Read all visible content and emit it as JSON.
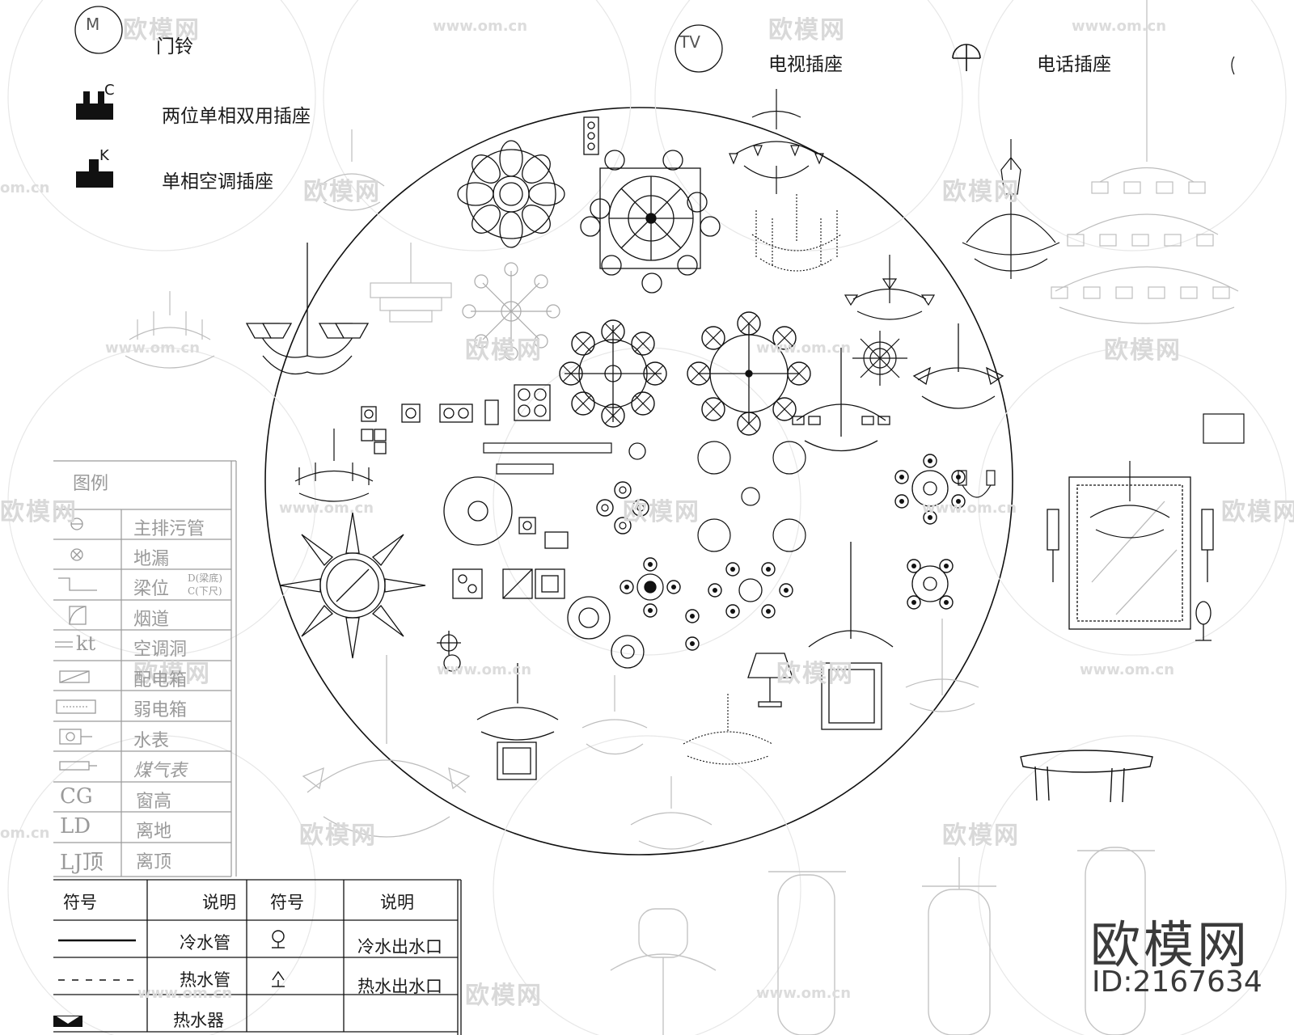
{
  "symbols": {
    "doorbell": "门铃",
    "doorbell_letter": "M",
    "tv_socket": "电视插座",
    "tv_letters": "TV",
    "phone_socket": "电话插座",
    "dual_socket": "两位单相双用插座",
    "dual_socket_letter": "C",
    "ac_socket": "单相空调插座",
    "ac_socket_letter": "K"
  },
  "legend": {
    "title": "图例",
    "rows": [
      {
        "symbol_icon": "drain-pipe-icon",
        "label": "主排污管"
      },
      {
        "symbol_icon": "floor-drain-icon",
        "label": "地漏"
      },
      {
        "symbol_icon": "beam-icon",
        "label": "梁位",
        "note_top": "D(梁底)",
        "note_bottom": "C(下尺)"
      },
      {
        "symbol_icon": "flue-icon",
        "label": "烟道"
      },
      {
        "symbol_icon": "ac-hole-icon",
        "symbol_text": "kt",
        "label": "空调洞"
      },
      {
        "symbol_icon": "distribution-box-icon",
        "label": "配电箱"
      },
      {
        "symbol_icon": "low-voltage-box-icon",
        "label": "弱电箱"
      },
      {
        "symbol_icon": "water-meter-icon",
        "label": "水表"
      },
      {
        "symbol_icon": "gas-meter-icon",
        "label": "煤气表"
      },
      {
        "symbol_text": "CG",
        "label": "窗高"
      },
      {
        "symbol_text": "LD",
        "label": "离地"
      },
      {
        "symbol_text": "LJ顶",
        "label": "离顶"
      }
    ]
  },
  "pipe_table": {
    "headers": [
      "符号",
      "说明",
      "符号",
      "说明"
    ],
    "rows": [
      {
        "left_label": "冷水管",
        "right_label": "冷水出水口"
      },
      {
        "left_label": "热水管",
        "right_label": "热水出水口"
      },
      {
        "left_label": "热水器",
        "right_label": ""
      }
    ]
  },
  "watermark": {
    "brand": "欧模网",
    "url": "www.om.cn",
    "short_url": "om.cn",
    "id": "ID:2167634"
  },
  "colors": {
    "line": "#111111",
    "faded_line": "#bdbdbd",
    "watermark": "#d9d9d9",
    "legend_text": "#9a9a9a"
  }
}
